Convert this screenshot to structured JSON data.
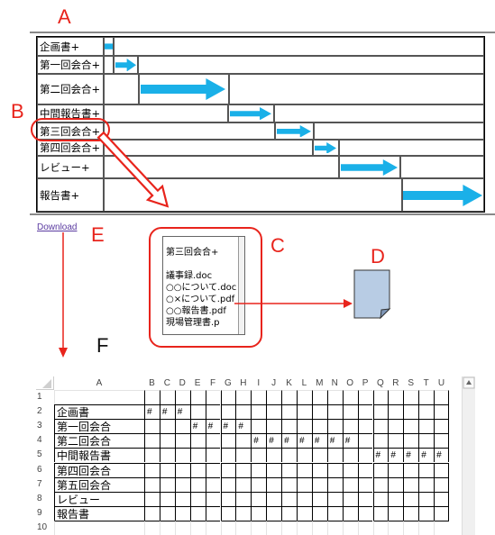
{
  "labels": {
    "A": "A",
    "B": "B",
    "C": "C",
    "D": "D",
    "E": "E",
    "F": "F"
  },
  "gantt_rows": [
    {
      "name": "企画書+"
    },
    {
      "name": "第一回会合+"
    },
    {
      "name": "第二回会合+"
    },
    {
      "name": "中間報告書+"
    },
    {
      "name": "第三回会合+"
    },
    {
      "name": "第四回会合+"
    },
    {
      "name": "レビュー+"
    },
    {
      "name": "報告書+"
    }
  ],
  "download_link": "Download",
  "popup": {
    "lines": [
      "第三回会合+",
      "",
      "議事録.doc",
      "○○について.doc",
      "○×について.pdf",
      "○○報告書.pdf",
      "現場管理書.p"
    ]
  },
  "sheet": {
    "columns": [
      "A",
      "B",
      "C",
      "D",
      "E",
      "F",
      "G",
      "H",
      "I",
      "J",
      "K",
      "L",
      "M",
      "N",
      "O",
      "P",
      "Q",
      "R",
      "S",
      "T",
      "U"
    ],
    "row_numbers": [
      "1",
      "2",
      "3",
      "4",
      "5",
      "6",
      "7",
      "8",
      "9",
      "10"
    ],
    "names": [
      "",
      "企画書",
      "第一回会合",
      "第二回会合",
      "中間報告書",
      "第四回会合",
      "第五回会合",
      "レビュー",
      "報告書",
      ""
    ],
    "marks": [
      [],
      [
        "B",
        "C",
        "D"
      ],
      [
        "E",
        "F",
        "G",
        "H"
      ],
      [
        "I",
        "J",
        "K",
        "L",
        "M",
        "N",
        "O"
      ],
      [
        "Q",
        "R",
        "S",
        "T",
        "U"
      ],
      [],
      [],
      [],
      [],
      []
    ],
    "mark_char": "#"
  },
  "colors": {
    "accent_red": "#e8241c",
    "bar_blue": "#1ab0e8",
    "doc_fill": "#b8cce4"
  }
}
